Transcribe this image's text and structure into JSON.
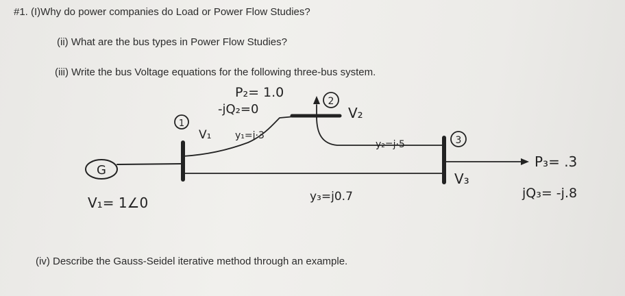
{
  "questions": {
    "q1": "#1. (I)Why do power companies do Load or Power Flow Studies?",
    "q2": "(ii) What are the bus types in Power Flow Studies?",
    "q3": "(iii) Write the bus Voltage equations for the following three-bus system.",
    "q4": "(iv)  Describe the Gauss-Seidel iterative method through an example."
  },
  "diagram": {
    "generator_label": "G",
    "bus1": {
      "number": "1",
      "voltage": "V₁",
      "spec": "V₁= 1∠0"
    },
    "bus2": {
      "number": "2",
      "voltage": "V₂",
      "p": "P₂= 1.0",
      "q": "-jQ₂=0"
    },
    "bus3": {
      "number": "3",
      "voltage": "V₃",
      "p": "P₃= .3",
      "q": "jQ₃= -j.8"
    },
    "y12": "y₁=j·3",
    "y23": "y₂=j·5",
    "y13": "y₃=j0.7"
  }
}
